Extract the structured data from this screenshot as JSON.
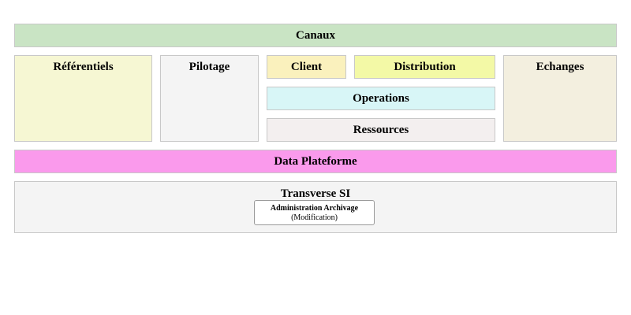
{
  "diagram": {
    "canaux": {
      "label": "Canaux",
      "color": "#c9e4c4"
    },
    "referentiels": {
      "label": "Référentiels",
      "color": "#f6f7d3"
    },
    "pilotage": {
      "label": "Pilotage",
      "color": "#f4f4f4"
    },
    "client": {
      "label": "Client",
      "color": "#faf1bd"
    },
    "distribution": {
      "label": "Distribution",
      "color": "#f3f9a6"
    },
    "echanges": {
      "label": "Echanges",
      "color": "#f3efdf"
    },
    "operations": {
      "label": "Operations",
      "color": "#d8f6f7"
    },
    "ressources": {
      "label": "Ressources",
      "color": "#f3efef"
    },
    "data_plateforme": {
      "label": "Data Plateforme",
      "color": "#fa9aec"
    },
    "transverse": {
      "label": "Transverse SI",
      "color": "#f4f4f4",
      "component": {
        "label": "Administration Archivage",
        "note": "(Modification)"
      }
    }
  }
}
